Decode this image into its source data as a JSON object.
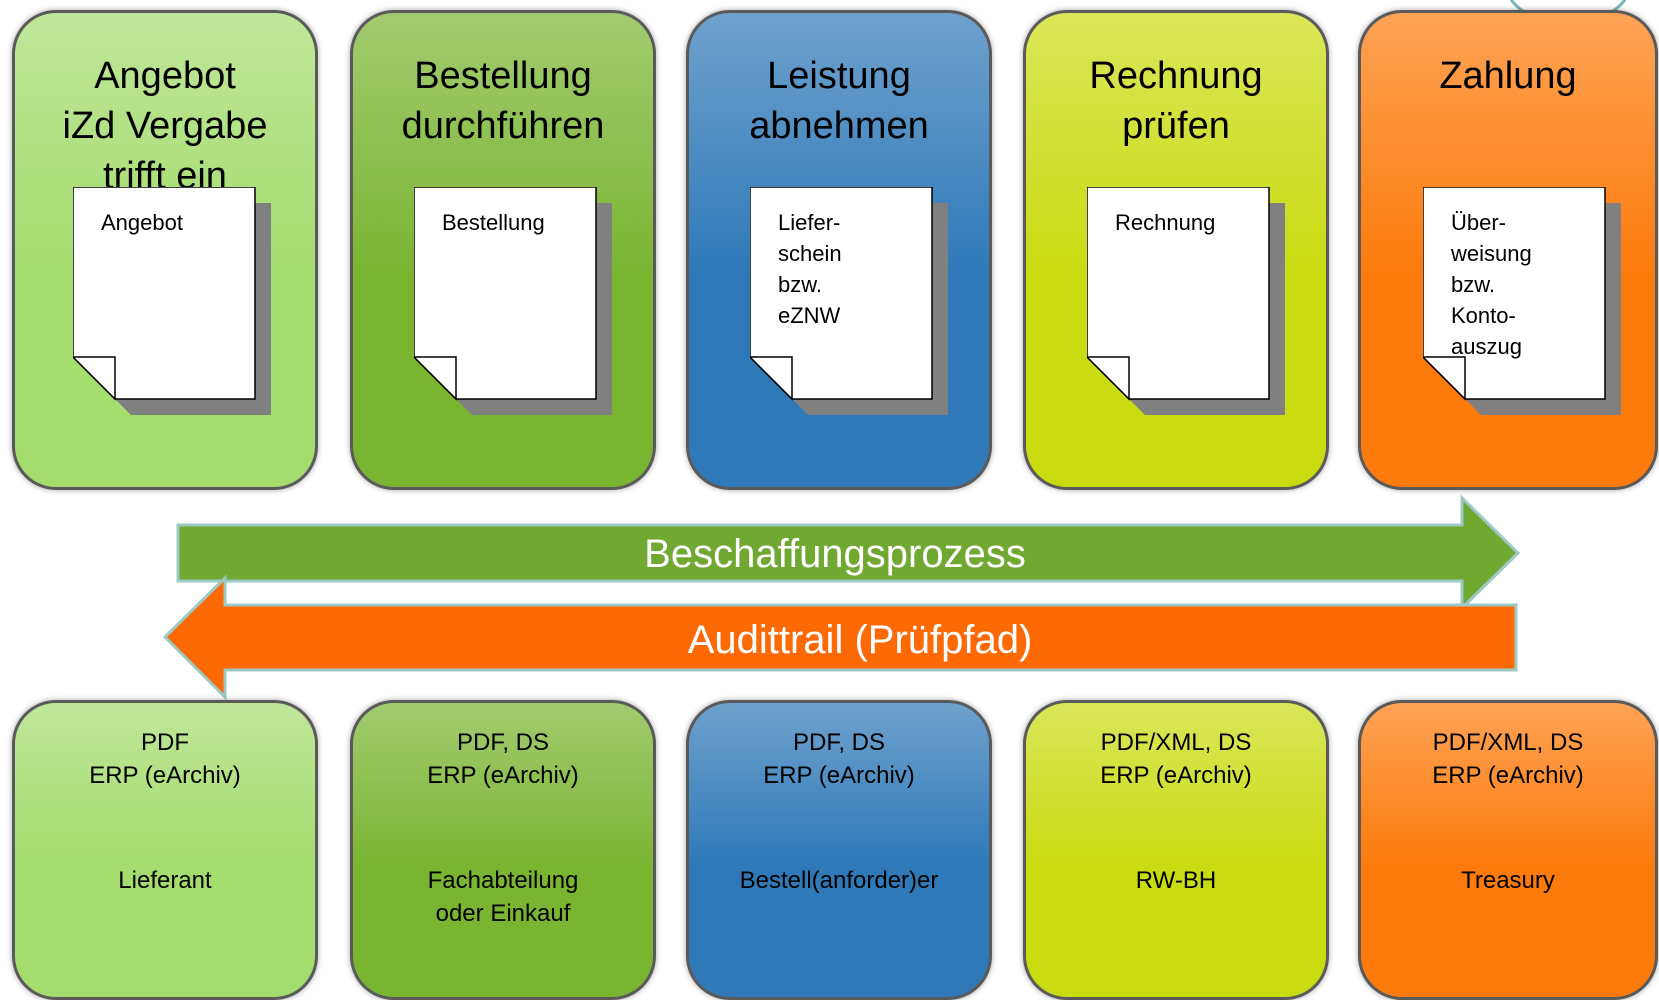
{
  "colors": {
    "lightgreen": "#a4dc6e",
    "green": "#7ab532",
    "blue": "#2f79b8",
    "lime": "#c9dc12",
    "orange": "#fd7b0c",
    "arrow_forward": "#70a832",
    "arrow_backward": "#fd6a05"
  },
  "steps": [
    {
      "title": "Angebot\niZd Vergabe\ntrifft ein",
      "document": "Angebot",
      "format": "PDF\nERP (eArchiv)",
      "role": "Lieferant"
    },
    {
      "title": "Bestellung\ndurchführen",
      "document": "Bestellung",
      "format": "PDF, DS\nERP (eArchiv)",
      "role": "Fachabteilung\noder Einkauf"
    },
    {
      "title": "Leistung\nabnehmen",
      "document": "Liefer-\nschein\nbzw.\neZNW",
      "format": "PDF, DS\nERP (eArchiv)",
      "role": "Bestell(anforder)er"
    },
    {
      "title": "Rechnung\nprüfen",
      "document": "Rechnung",
      "format": "PDF/XML, DS\nERP (eArchiv)",
      "role": "RW-BH"
    },
    {
      "title": "Zahlung",
      "document": "Über-\nweisung\nbzw.\nKonto-\nauszug",
      "format": "PDF/XML, DS\nERP (eArchiv)",
      "role": "Treasury"
    }
  ],
  "arrows": {
    "forward_label": "Beschaffungsprozess",
    "backward_label": "Audittrail (Prüfpfad)"
  }
}
